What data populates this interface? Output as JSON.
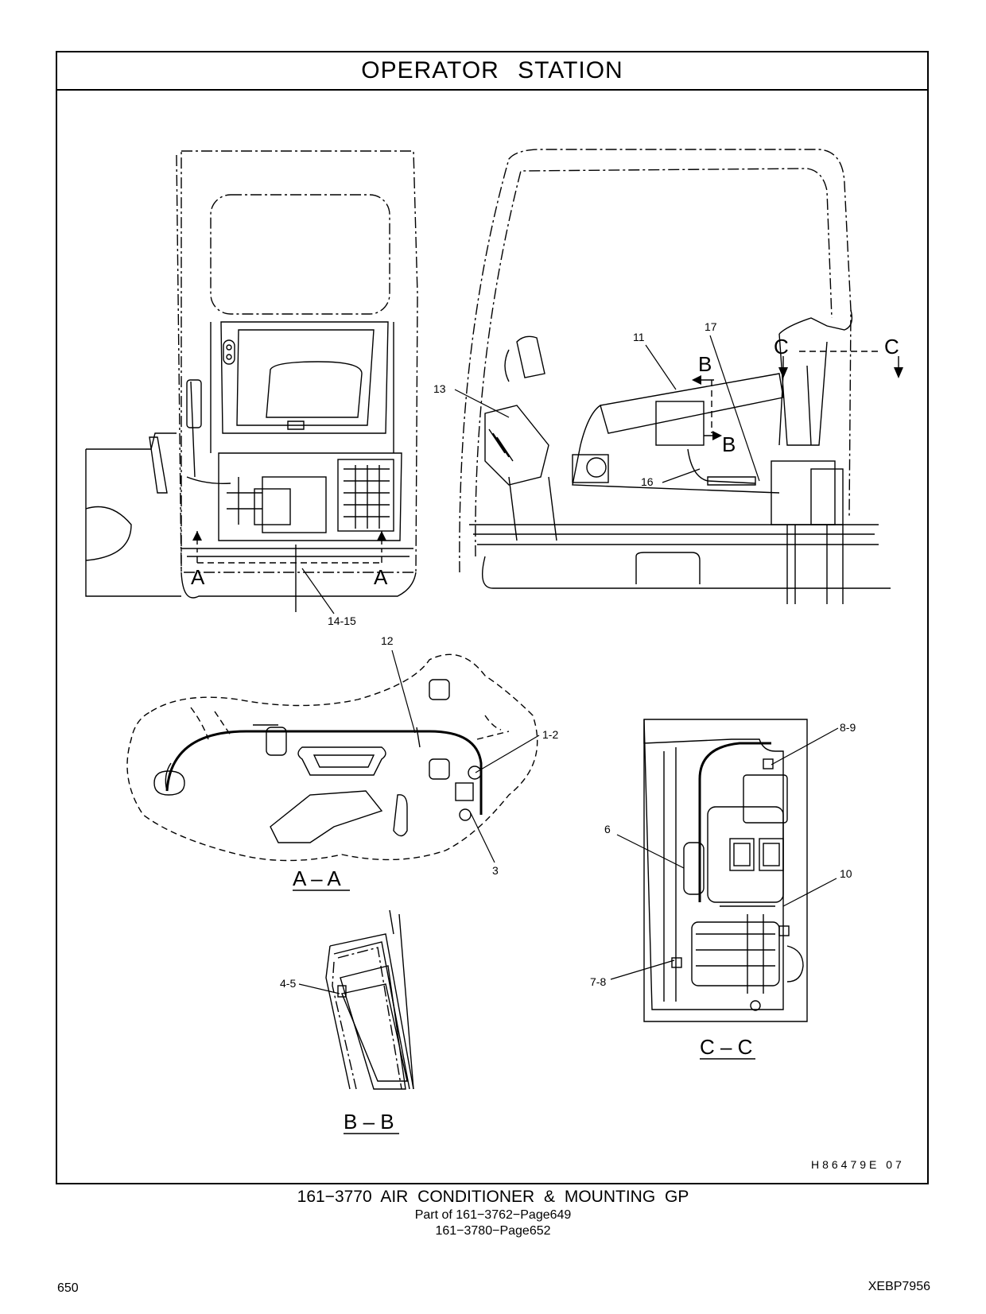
{
  "header": {
    "title": "OPERATOR   STATION"
  },
  "callouts": {
    "c11": "11",
    "c17": "17",
    "c13": "13",
    "c16": "16",
    "c14_15": "14-15",
    "c12": "12",
    "c1_2": "1-2",
    "c3": "3",
    "c8_9": "8-9",
    "c6": "6",
    "c10": "10",
    "c7_8": "7-8",
    "c4_5": "4-5"
  },
  "section_markers": {
    "a": "A",
    "b": "B",
    "c": "C"
  },
  "section_titles": {
    "aa": "A – A",
    "bb": "B – B",
    "cc": "C – C"
  },
  "illustration_ref": "H86479E   07",
  "caption": {
    "main": "161−3770  AIR  CONDITIONER  &  MOUNTING  GP",
    "part_of": "Part of 161−3762−Page649",
    "part_of_2": "161−3780−Page652"
  },
  "footer": {
    "page_number": "650",
    "doc_code": "XEBP7956"
  }
}
